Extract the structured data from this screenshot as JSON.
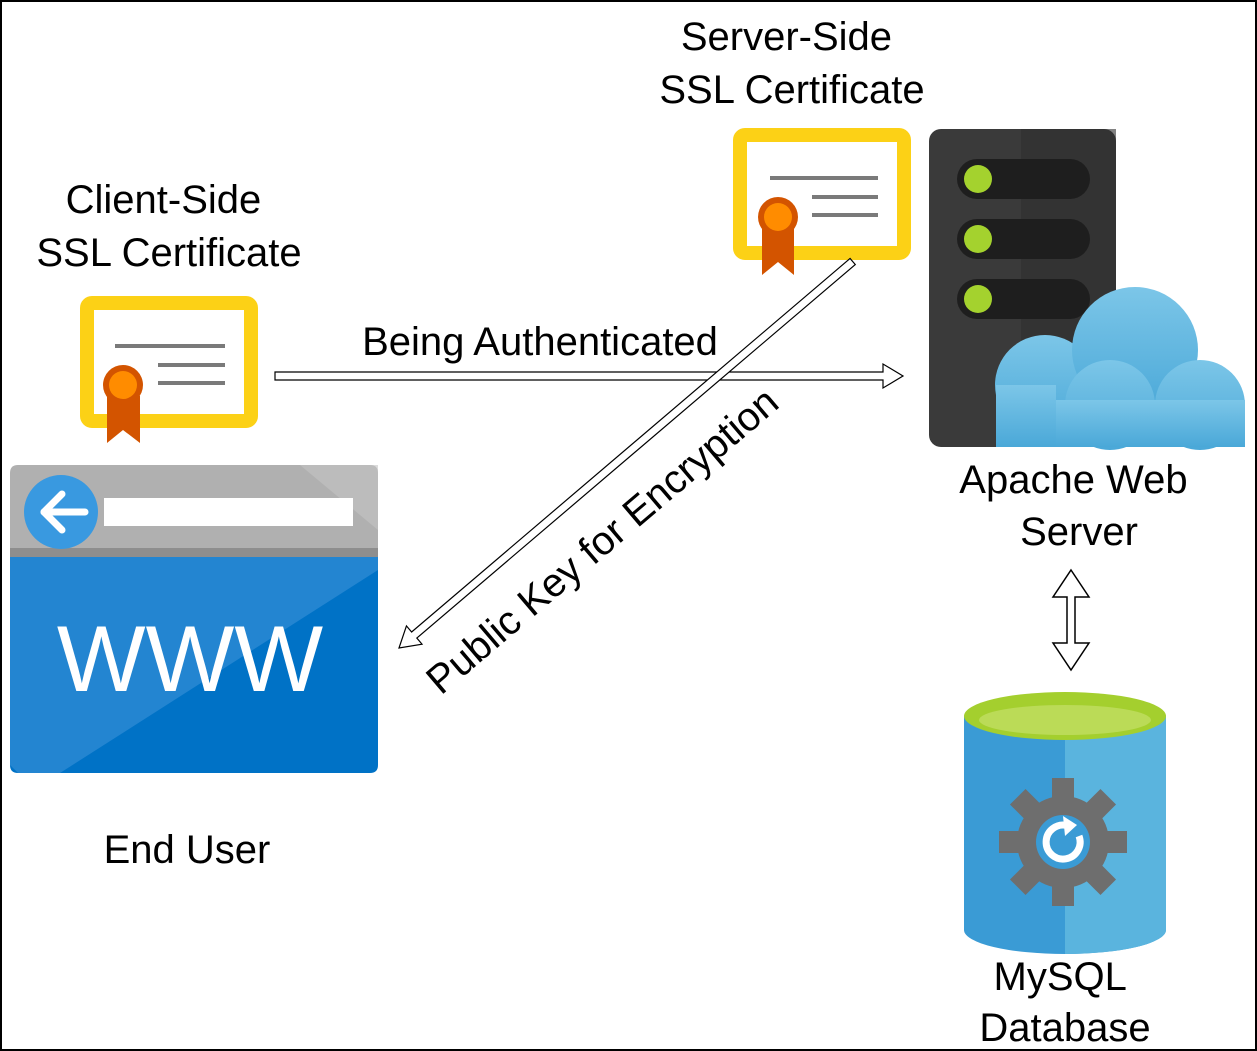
{
  "diagram": {
    "client_cert_label": [
      "Client-Side",
      "SSL Certificate"
    ],
    "server_cert_label": [
      "Server-Side",
      "SSL Certificate"
    ],
    "arrow_auth_label": "Being Authenticated",
    "arrow_key_label": "Public Key for Encryption",
    "browser_text": "WWW",
    "end_user_label": "End User",
    "web_server_label": [
      "Apache Web",
      "Server"
    ],
    "database_label": [
      "MySQL",
      "Database"
    ]
  },
  "colors": {
    "certificate_frame": "#FCD116",
    "certificate_lines": "#7A7A7A",
    "ribbon_medal": "#FF8C00",
    "ribbon_tail": "#D35400",
    "browser_bar": "#B0B0B0",
    "browser_body": "#0072C6",
    "browser_back_button": "#3999E0",
    "server_body": "#3A3A3A",
    "server_slot": "#1E1E1E",
    "server_led": "#A4D22E",
    "cloud": "#5DB4DC",
    "database_body": "#3A9BD5",
    "database_top": "#A4CF2E",
    "gear": "#6E6E6E"
  }
}
